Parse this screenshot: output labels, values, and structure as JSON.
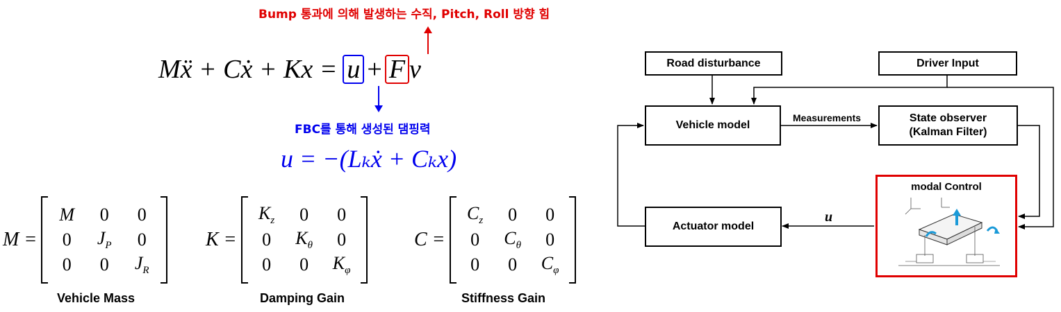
{
  "annotations": {
    "top_note": "Bump 통과에 의해 발생하는 수직, Pitch, Roll 방향 힘",
    "mid_note": "FBC를 통해 생성된 댐핑력"
  },
  "equations": {
    "eom_lhs": "Mẍ + Cẋ + Kx =",
    "eom_u": "u",
    "eom_plus": "+",
    "eom_F": "F",
    "eom_v": "v",
    "control_law": "u = −(Lₖẋ + Cₖx)"
  },
  "matrices": [
    {
      "lhs": "M =",
      "caption": "Vehicle Mass",
      "cells": [
        "M",
        "0",
        "0",
        "0",
        "J_P",
        "0",
        "0",
        "0",
        "J_R"
      ]
    },
    {
      "lhs": "K =",
      "caption": "Damping Gain",
      "cells": [
        "K_z",
        "0",
        "0",
        "0",
        "K_θ",
        "0",
        "0",
        "0",
        "K_φ"
      ]
    },
    {
      "lhs": "C =",
      "caption": "Stiffness Gain",
      "cells": [
        "C_z",
        "0",
        "0",
        "0",
        "C_θ",
        "0",
        "0",
        "0",
        "C_φ"
      ]
    }
  ],
  "block_diagram": {
    "road_disturbance": "Road disturbance",
    "driver_input": "Driver Input",
    "vehicle_model": "Vehicle model",
    "measurements": "Measurements",
    "state_observer_line1": "State observer",
    "state_observer_line2": "(Kalman Filter)",
    "modal_control": "modal Control",
    "actuator_model": "Actuator model",
    "u_label": "u"
  },
  "colors": {
    "red": "#e00000",
    "blue": "#0000ee",
    "highlight_border": "#e00000"
  }
}
